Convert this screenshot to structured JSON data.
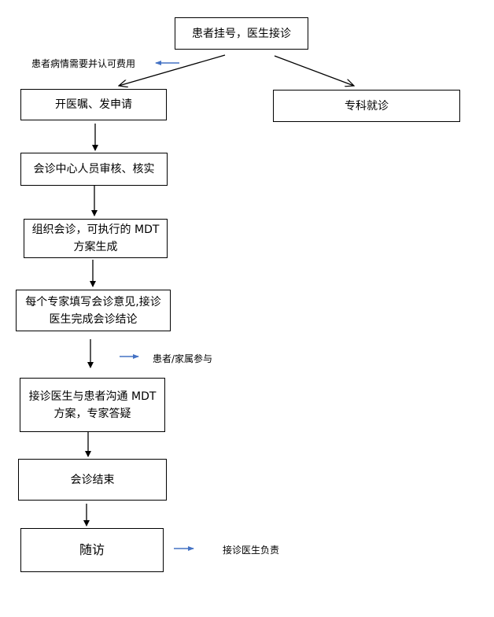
{
  "diagram": {
    "type": "flowchart",
    "nodes": {
      "start": "患者挂号，医生接诊",
      "order": "开医嘱、发申请",
      "specialist": "专科就诊",
      "review": "会诊中心人员审核、核实",
      "organize": "组织会诊，可执行的 MDT 方案生成",
      "opinions": "每个专家填写会诊意见,接诊医生完成会诊结论",
      "communicate": "接诊医生与患者沟通 MDT 方案，专家答疑",
      "end": "会诊结束",
      "followup": "随访"
    },
    "node_lines": {
      "organize": [
        "组织会诊，可执行的 MDT",
        "方案生成"
      ],
      "opinions": [
        "每个专家填写会诊意见,接诊",
        "医生完成会诊结论"
      ],
      "communicate": [
        "接诊医生与患者沟通 MDT",
        "方案，专家答疑"
      ]
    },
    "notes": {
      "condition": "患者病情需要并认可费用",
      "participation": "患者/家属参与",
      "responsibility": "接诊医生负责"
    },
    "edges": [
      {
        "from": "start",
        "to": "order"
      },
      {
        "from": "start",
        "to": "specialist"
      },
      {
        "from": "order",
        "to": "review"
      },
      {
        "from": "review",
        "to": "organize"
      },
      {
        "from": "organize",
        "to": "opinions"
      },
      {
        "from": "opinions",
        "to": "communicate"
      },
      {
        "from": "communicate",
        "to": "end"
      },
      {
        "from": "end",
        "to": "followup"
      }
    ],
    "colors": {
      "line": "#000000",
      "note_arrow": "#4472C4"
    }
  }
}
